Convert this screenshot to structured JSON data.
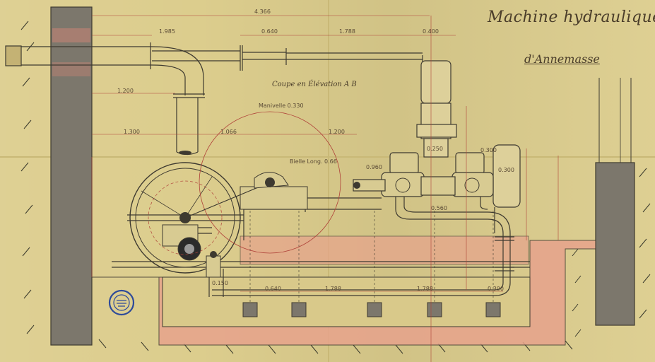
{
  "title": "Machine hydraulique",
  "subtitle": "d'Annemasse",
  "section_label": "Coupe en Élévation A B",
  "colors": {
    "paper": "#dccd8d",
    "ink": "#4a3d2a",
    "dim_line": "#b0433a",
    "wall": "#7c776c",
    "foundation": "#e7a38c",
    "stamp": "#2d4a9a"
  },
  "icons": [
    "stamp-icon"
  ],
  "dimensions": {
    "overall_top": "4.366",
    "top_1": "1.985",
    "top_2": "0.640",
    "top_3": "1.788",
    "top_4": "0.400",
    "left_1": "1.300",
    "left_2": "1.066",
    "left_3": "1.200",
    "left_4": "1.200",
    "bielle": "Bielle Long. 0.66",
    "manivelle": "Manivelle 0.330",
    "bottom_1": "0.640",
    "bottom_2": "1.788",
    "bottom_3": "0.300",
    "bottom_4": "1.788",
    "d1": "0.150",
    "d2": "0.560",
    "d3": "0.960",
    "d4": "0.300",
    "d5": "0.250",
    "d6": "0.300"
  }
}
